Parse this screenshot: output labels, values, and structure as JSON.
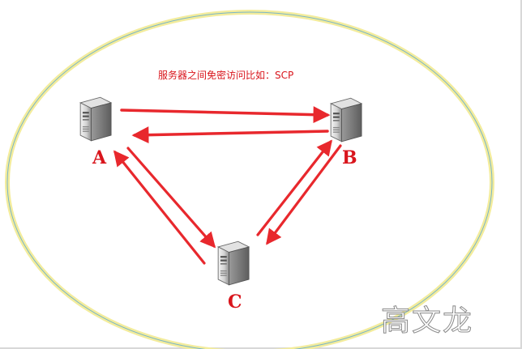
{
  "caption": "服务器之间免密访问比如：SCP",
  "nodes": {
    "a": {
      "label": "A",
      "icon": "server-icon"
    },
    "b": {
      "label": "B",
      "icon": "server-icon"
    },
    "c": {
      "label": "C",
      "icon": "server-icon"
    }
  },
  "edges": [
    {
      "from": "A",
      "to": "B"
    },
    {
      "from": "B",
      "to": "A"
    },
    {
      "from": "B",
      "to": "C"
    },
    {
      "from": "C",
      "to": "B"
    },
    {
      "from": "A",
      "to": "C"
    },
    {
      "from": "C",
      "to": "A"
    }
  ],
  "watermark": "高文龙",
  "colors": {
    "arrow": "#e8282d",
    "label": "#d9151c",
    "ellipse_outer": "#f3ec9c",
    "ellipse_inner": "#7ab6c6",
    "watermark": "#8a8a8a"
  }
}
